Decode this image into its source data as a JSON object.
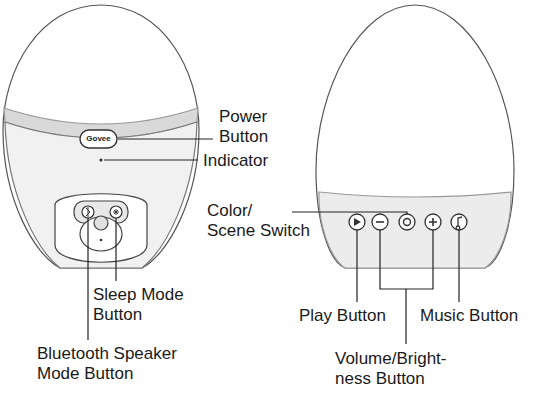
{
  "diagram": {
    "labels": [
      "Power Button",
      "Govee",
      "Indicator",
      "Color/ Scene Switch",
      "Sleep Mode Button",
      "Bluetooth Speaker Mode Button",
      "Play Button",
      "Music Button",
      "Volume/Bright- ness Button"
    ]
  }
}
